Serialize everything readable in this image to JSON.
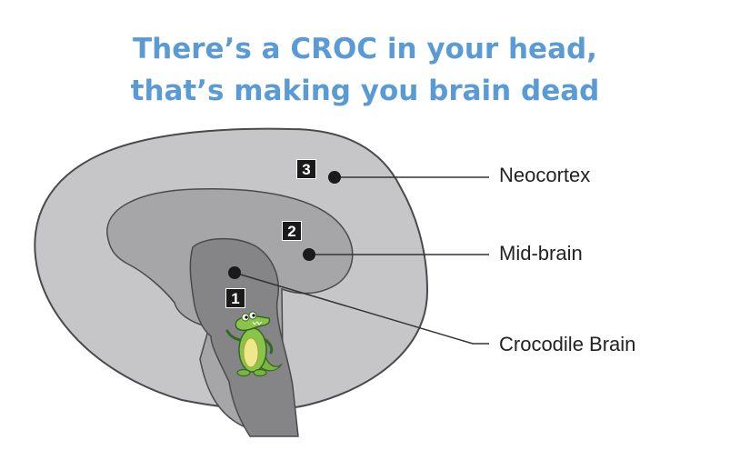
{
  "title": {
    "line1": "There’s a CROC in your head,",
    "line2": "that’s making you brain dead"
  },
  "regions": [
    {
      "number": "3",
      "label": "Neocortex"
    },
    {
      "number": "2",
      "label": "Mid-brain"
    },
    {
      "number": "1",
      "label": "Crocodile Brain"
    }
  ],
  "colors": {
    "title": "#5b9bd5",
    "outer": "#c6c6c8",
    "middle": "#a6a6a8",
    "inner": "#858587",
    "croc": "#8bc34a"
  },
  "icons": [
    "crocodile-icon"
  ]
}
